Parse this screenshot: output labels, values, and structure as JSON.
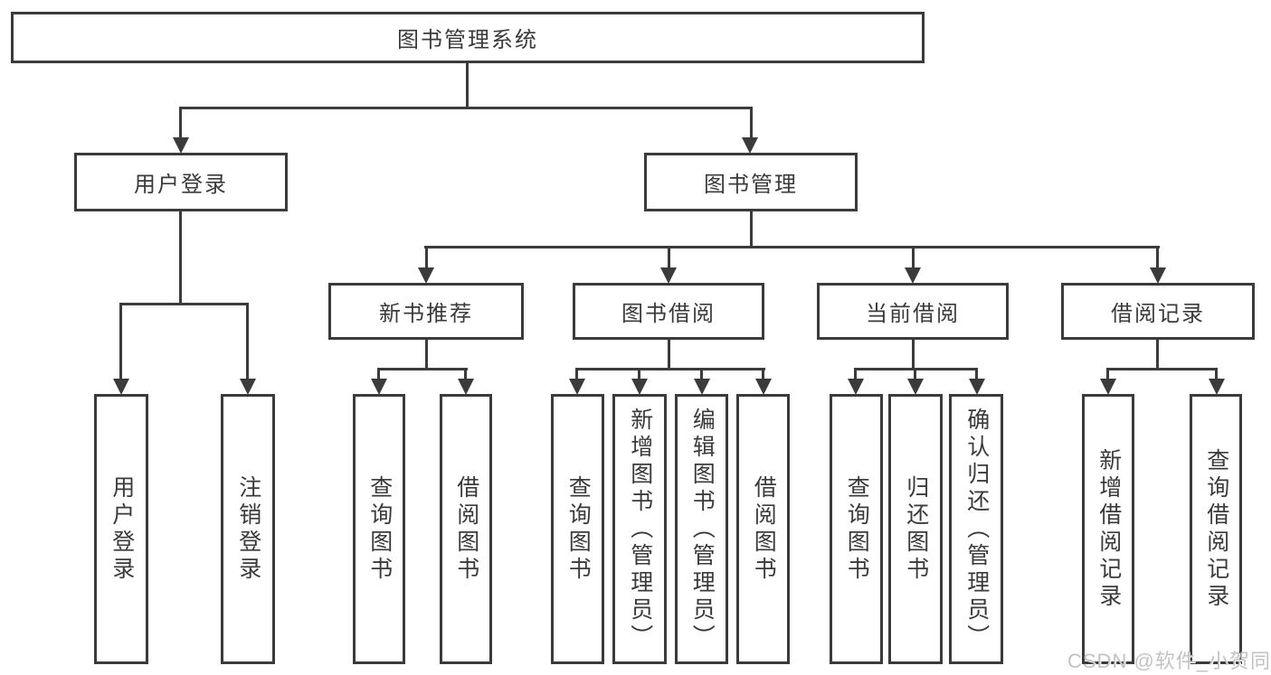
{
  "tree": {
    "root": {
      "label": "图书管理系统"
    },
    "branches": [
      {
        "label": "用户登录",
        "children": [
          {
            "label": "用户登录"
          },
          {
            "label": "注销登录"
          }
        ]
      },
      {
        "label": "图书管理",
        "children": [
          {
            "label": "新书推荐",
            "children": [
              {
                "label": "查询图书"
              },
              {
                "label": "借阅图书"
              }
            ]
          },
          {
            "label": "图书借阅",
            "children": [
              {
                "label": "查询图书"
              },
              {
                "label": "新增图书（管理员）"
              },
              {
                "label": "编辑图书（管理员）"
              },
              {
                "label": "借阅图书"
              }
            ]
          },
          {
            "label": "当前借阅",
            "children": [
              {
                "label": "查询图书"
              },
              {
                "label": "归还图书"
              },
              {
                "label": "确认归还（管理员）"
              }
            ]
          },
          {
            "label": "借阅记录",
            "children": [
              {
                "label": "新增借阅记录"
              },
              {
                "label": "查询借阅记录"
              }
            ]
          }
        ]
      }
    ]
  },
  "watermark": {
    "text": "CSDN @软件_小贺同学"
  },
  "colors": {
    "line": "#3b3b3b",
    "text": "#3a3a3a",
    "watermark": "#c2c2c2",
    "background": "#ffffff"
  }
}
